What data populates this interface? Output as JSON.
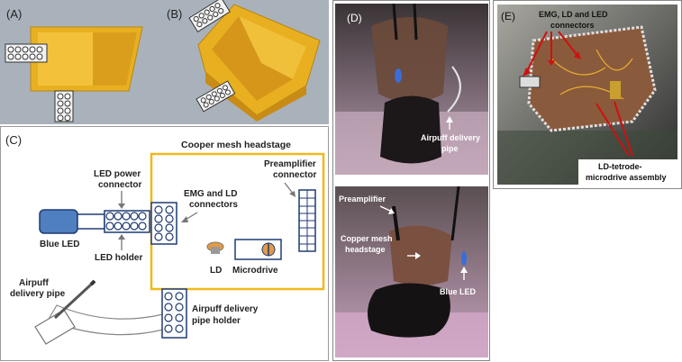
{
  "panels": {
    "a": {
      "label": "(A)"
    },
    "b": {
      "label": "(B)"
    },
    "c": {
      "label": "(C)",
      "labels": {
        "headstage": "Cooper mesh headstage",
        "led_power_1": "LED power",
        "led_power_2": "connector",
        "emg_ld_1": "EMG and LD",
        "emg_ld_2": "connectors",
        "preamp_1": "Preamplifier",
        "preamp_2": "connector",
        "blue_led": "Blue LED",
        "led_holder": "LED holder",
        "ld": "LD",
        "microdrive": "Microdrive",
        "airpuff_pipe_1": "Airpuff",
        "airpuff_pipe_2": "delivery pipe",
        "airpuff_holder_1": "Airpuff delivery",
        "airpuff_holder_2": "pipe holder"
      }
    },
    "d": {
      "label": "(D)",
      "labels": {
        "airpuff_1": "Airpuff  delivery",
        "airpuff_2": "pipe",
        "preamplifier": "Preamplifier",
        "copper_1": "Copper mesh",
        "copper_2": "headstage",
        "blue_led": "Blue LED"
      }
    },
    "e": {
      "label": "(E)",
      "labels": {
        "connectors_1": "EMG, LD and LED",
        "connectors_2": "connectors",
        "assembly_1": "LD-tetrode-",
        "assembly_2": "microdrive assembly"
      }
    }
  },
  "colors": {
    "render_bg": "#a9b2bb",
    "tray": "#e8b020",
    "schematic_blue": "#1f3b73",
    "led_fill": "#4f7fbf",
    "headstage_border": "#f0b81a",
    "ld_orange": "#e49a45",
    "photo_bg": "#5a4f52",
    "annotation_red": "#d01010"
  }
}
